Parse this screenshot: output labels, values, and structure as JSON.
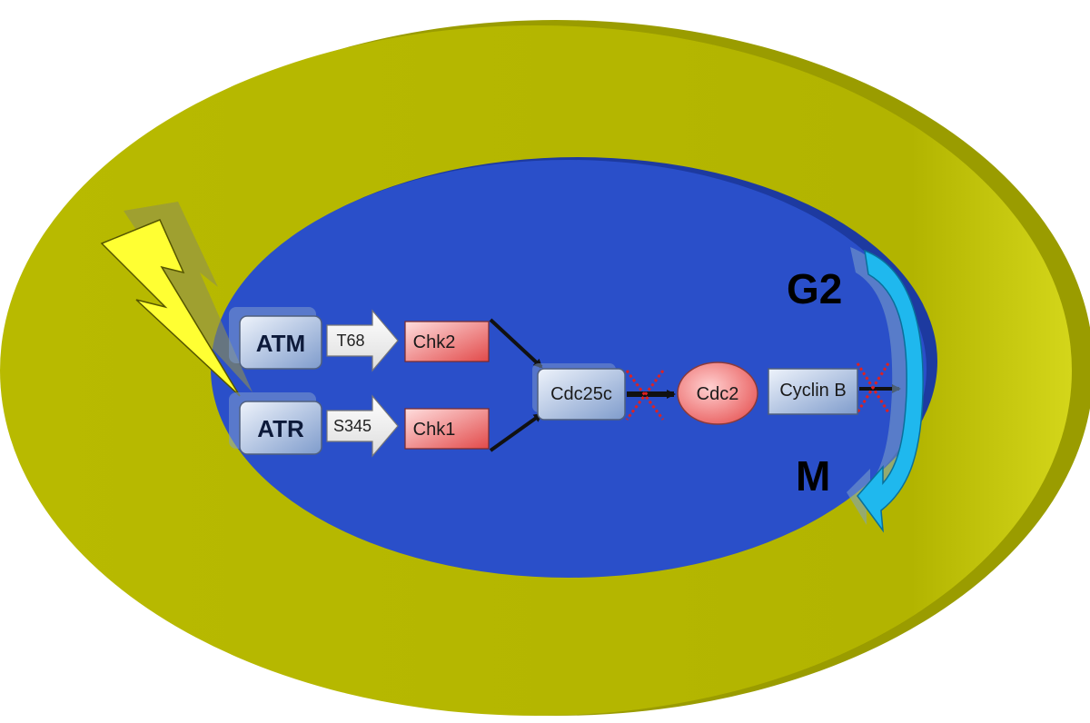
{
  "colors": {
    "cell": "#b5b800",
    "cell_shadow": "#9a9c00",
    "nucleus": "#2a4fc9",
    "lightning": "#ffff33",
    "blue_box_light": "#e8eef8",
    "blue_box_dark": "#7f9ccc",
    "red_box_light": "#ffd4d4",
    "red_box_dark": "#e05555",
    "cycle_arrow": "#1fb8ee",
    "block_mark": "#e02020"
  },
  "icons": {
    "damage": "lightning-icon",
    "cycle": "cell-cycle-arrow-icon",
    "block": "inhibition-x-icon"
  },
  "nodes": {
    "atm": "ATM",
    "atr": "ATR",
    "chk2": "Chk2",
    "chk1": "Chk1",
    "cdc25c": "Cdc25c",
    "cdc2": "Cdc2",
    "cyclin_b": "Cyclin B"
  },
  "arrow_labels": {
    "atm_chk2": "T68",
    "atr_chk1": "S345"
  },
  "phases": {
    "g2": "G2",
    "m": "M"
  }
}
